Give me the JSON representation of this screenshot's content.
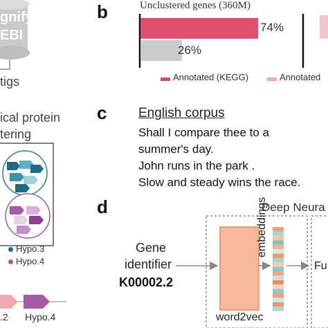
{
  "panel_a": {
    "db_label_line1": "gnify",
    "db_label_line2": "EBI",
    "step1": "tigs",
    "step2_line1": "ical protein",
    "step2_line2": "tering",
    "legend": [
      {
        "label": "Hypo.3",
        "color": "#1d6b80"
      },
      {
        "label": "Hypo.4",
        "color": "#a65aa8"
      }
    ],
    "gene_labels": [
      ".2",
      "Hypo.4"
    ]
  },
  "panel_b": {
    "letter": "b",
    "chart_data": {
      "type": "bar",
      "title": "Unclustered genes (360M)",
      "series": [
        {
          "name": "Annotated (KEGG)",
          "value": 74,
          "label": "74%",
          "color": "#e0506e"
        },
        {
          "name": "",
          "value": 26,
          "label": "26%",
          "color": "#cccccc"
        }
      ],
      "legend": [
        {
          "label": "Annotated (KEGG)",
          "color": "#d64a6e"
        },
        {
          "label": "Annotated",
          "color": "#f2a7b3"
        }
      ],
      "xlim": [
        0,
        100
      ]
    }
  },
  "panel_c": {
    "letter": "c",
    "title": "English corpus",
    "lines": [
      "Shall I compare thee to a",
      "summer's day.",
      "John runs in the park .",
      "Slow and steady wins the race."
    ]
  },
  "panel_d": {
    "letter": "d",
    "title": "Deep Neura",
    "input_label_line1": "Gene",
    "input_label_line2": "identifier",
    "input_id": "K00002.2",
    "embeddings_label": "embeddings",
    "model_label": "word2vec",
    "next_label": "Fu",
    "embedding_colors": [
      "#f0a070",
      "#a6d6d6",
      "#f6c4a8",
      "#7cc4c4",
      "#f4b08c",
      "#d4ecec",
      "#f09a6a",
      "#a4d4d4",
      "#f8c8ac",
      "#8ac8c8",
      "#f4a680",
      "#c4e4e4",
      "#ec8c5c",
      "#f9d4bc",
      "#90cccc",
      "#f1a27a",
      "#cbe8e8",
      "#ef9870",
      "#a8d8d8"
    ]
  }
}
